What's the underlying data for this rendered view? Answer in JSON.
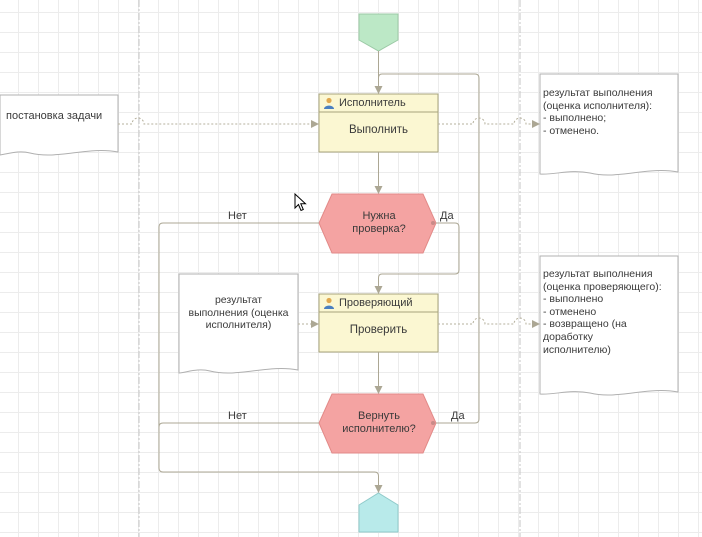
{
  "colors": {
    "task_fill": "#fbf7d2",
    "task_stroke": "#a7a37c",
    "decision_fill": "#f4a3a2",
    "start_fill": "#bce8c6",
    "end_fill": "#b8eaea",
    "line": "#aca794",
    "lane_line": "#b8b8b8"
  },
  "notes": {
    "input_task": "постановка задачи",
    "executor_result": [
      "результат выполнения",
      "(оценка исполнителя):",
      "- выполнено;",
      "- отменено."
    ],
    "check_input": [
      "результат",
      "выполнения (оценка",
      "исполнителя)"
    ],
    "checker_result": [
      "результат выполнения",
      "(оценка проверяющего):",
      "- выполнено",
      "- отменено",
      "- возвращено (на",
      "доработку",
      "исполнителю)"
    ]
  },
  "tasks": {
    "execute": {
      "role": "Исполнитель",
      "action": "Выполнить",
      "icon": "person-icon"
    },
    "check": {
      "role": "Проверяющий",
      "action": "Проверить",
      "icon": "person-icon"
    }
  },
  "decisions": {
    "need_check": {
      "label_line1": "Нужна",
      "label_line2": "проверка?",
      "yes": "Да",
      "no": "Нет"
    },
    "return_executor": {
      "label_line1": "Вернуть",
      "label_line2": "исполнителю?",
      "yes": "Да",
      "no": "Нет"
    }
  }
}
